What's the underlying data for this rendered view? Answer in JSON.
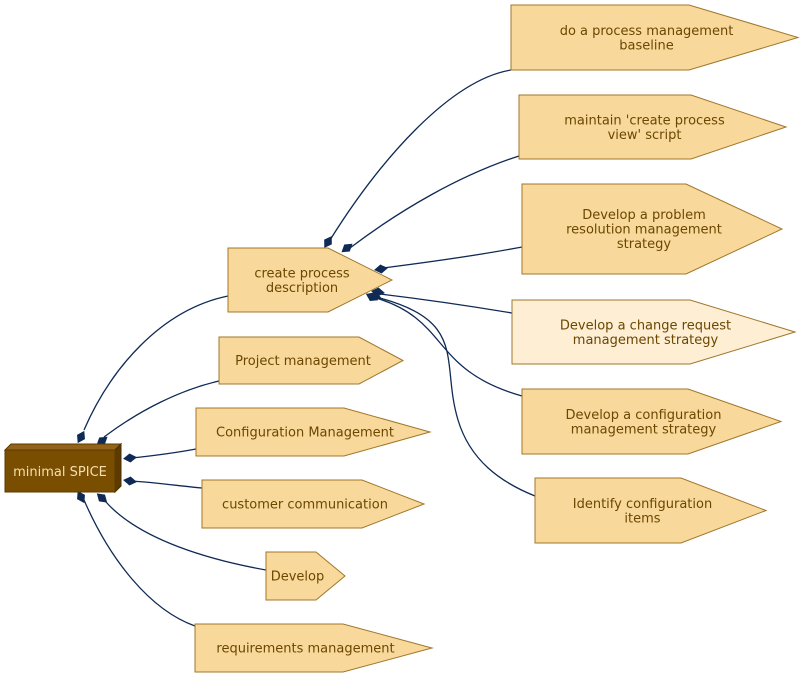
{
  "diagram": {
    "root": {
      "id": "root",
      "label": "minimal SPICE"
    },
    "nodes": [
      {
        "id": "create_process_description",
        "label": [
          "create process",
          "description"
        ]
      },
      {
        "id": "project_management",
        "label": [
          "Project management"
        ]
      },
      {
        "id": "configuration_management",
        "label": [
          "Configuration Management"
        ]
      },
      {
        "id": "customer_communication",
        "label": [
          "customer communication"
        ]
      },
      {
        "id": "develop",
        "label": [
          "Develop"
        ]
      },
      {
        "id": "requirements_management",
        "label": [
          "requirements management"
        ]
      },
      {
        "id": "process_management_baseline",
        "label": [
          "do a process management",
          "baseline"
        ]
      },
      {
        "id": "maintain_script",
        "label": [
          "maintain 'create process",
          "view' script"
        ]
      },
      {
        "id": "problem_resolution",
        "label": [
          "Develop a problem",
          "resolution management",
          "strategy"
        ]
      },
      {
        "id": "change_request",
        "label": [
          "Develop a change request",
          "management strategy"
        ],
        "highlight": true
      },
      {
        "id": "configuration_strategy",
        "label": [
          "Develop a configuration",
          "management strategy"
        ]
      },
      {
        "id": "identify_items",
        "label": [
          "Identify configuration",
          "items"
        ]
      }
    ],
    "edges": [
      [
        "root",
        "create_process_description"
      ],
      [
        "root",
        "project_management"
      ],
      [
        "root",
        "configuration_management"
      ],
      [
        "root",
        "customer_communication"
      ],
      [
        "root",
        "develop"
      ],
      [
        "root",
        "requirements_management"
      ],
      [
        "create_process_description",
        "process_management_baseline"
      ],
      [
        "create_process_description",
        "maintain_script"
      ],
      [
        "create_process_description",
        "problem_resolution"
      ],
      [
        "create_process_description",
        "change_request"
      ],
      [
        "create_process_description",
        "configuration_strategy"
      ],
      [
        "create_process_description",
        "identify_items"
      ]
    ],
    "colors": {
      "node_fill": "#f9d89b",
      "node_highlight_fill": "#fdeed4",
      "node_stroke": "#a0772b",
      "root_fill": "#7a4e00",
      "edge": "#0f2a55",
      "label": "#6b4700"
    }
  }
}
